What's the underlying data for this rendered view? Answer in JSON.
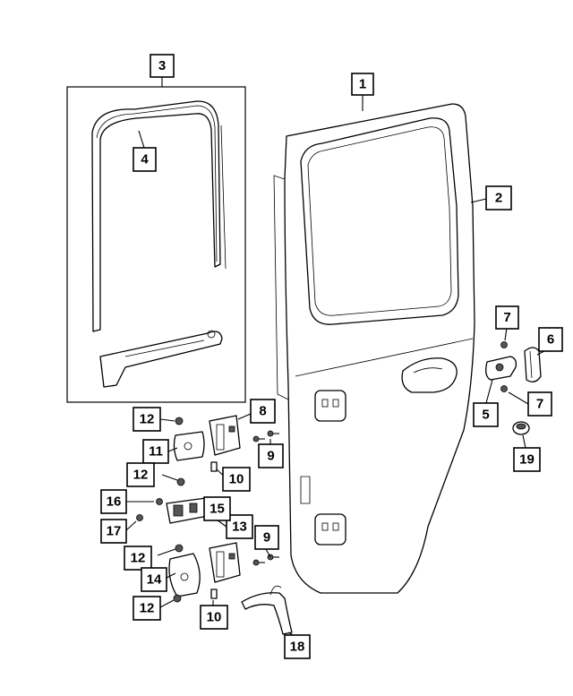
{
  "callouts": {
    "c1": "1",
    "c2": "2",
    "c3": "3",
    "c4": "4",
    "c5": "5",
    "c6": "6",
    "c7a": "7",
    "c7b": "7",
    "c8": "8",
    "c9a": "9",
    "c9b": "9",
    "c10a": "10",
    "c10b": "10",
    "c11": "11",
    "c12a": "12",
    "c12b": "12",
    "c12c": "12",
    "c12d": "12",
    "c13": "13",
    "c14": "14",
    "c15": "15",
    "c16": "16",
    "c17": "17",
    "c18": "18",
    "c19": "19"
  }
}
